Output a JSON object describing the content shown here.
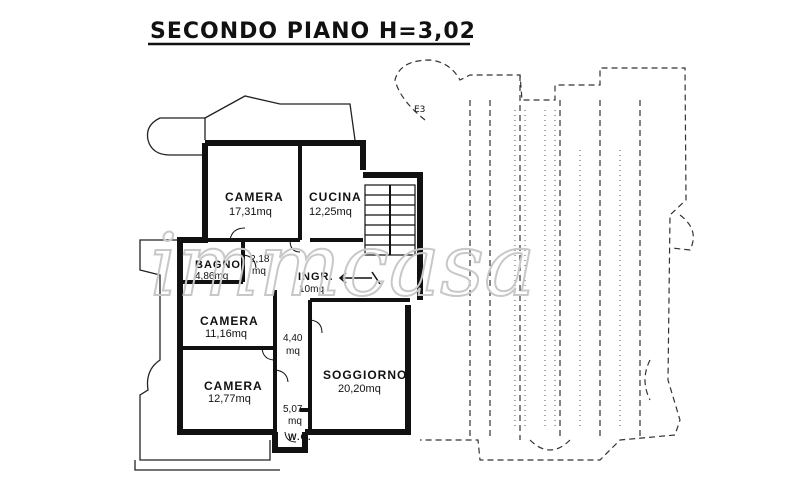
{
  "title": "SECONDO PIANO H=3,02",
  "rooms": [
    {
      "id": "camera-1",
      "name": "CAMERA",
      "area": "17,31mq"
    },
    {
      "id": "cucina",
      "name": "CUCINA",
      "area": "12,25mq"
    },
    {
      "id": "bagno",
      "name": "BAGNO",
      "area": "4,86mq"
    },
    {
      "id": "disimpegno-1",
      "name": "",
      "area": "2,18 mq"
    },
    {
      "id": "ingresso",
      "name": "INGR.",
      "area": "10mq"
    },
    {
      "id": "camera-2",
      "name": "CAMERA",
      "area": "11,16mq"
    },
    {
      "id": "corridoio",
      "name": "",
      "area": "4,40 mq"
    },
    {
      "id": "camera-3",
      "name": "CAMERA",
      "area": "12,77mq"
    },
    {
      "id": "soggiorno",
      "name": "SOGGIORNO",
      "area": "20,20mq"
    },
    {
      "id": "wc",
      "name": "W.C.",
      "area": "5,07 mq"
    }
  ],
  "watermark": "immcasa",
  "colors": {
    "wall": "#111111",
    "dashed": "#333333",
    "watermark": "#c8c8c8"
  }
}
